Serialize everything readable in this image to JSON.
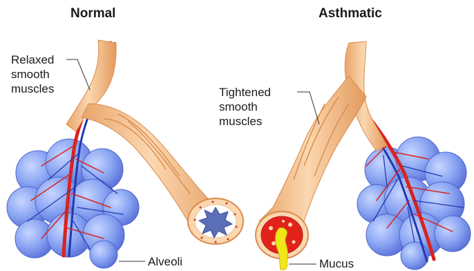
{
  "titles": {
    "normal": "Normal",
    "asthmatic": "Asthmatic"
  },
  "labels": {
    "relaxed": [
      "Relaxed",
      "smooth",
      "muscles"
    ],
    "tightened": [
      "Tightened",
      "smooth",
      "muscles"
    ],
    "alveoli": "Alveoli",
    "mucus": "Mucus"
  },
  "colors": {
    "airway": "#f4c08e",
    "airway_dark": "#d98a4a",
    "alveoli": "#8aa5f2",
    "alveoli_dark": "#5a72d8",
    "artery": "#d8231e",
    "vein": "#2238b0",
    "lumen_normal": "#5a6fb8",
    "lumen_inflamed": "#e2231a",
    "mucus": "#f1e61a"
  }
}
